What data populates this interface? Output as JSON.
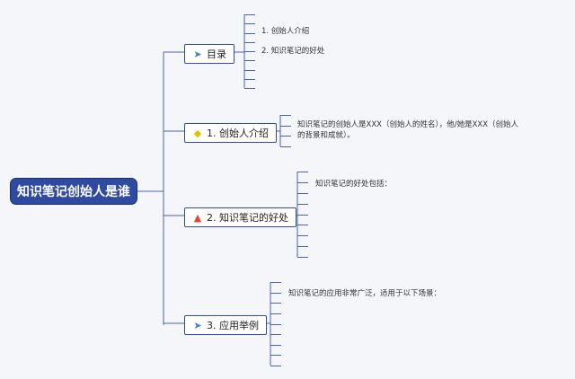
{
  "root": {
    "label": "知识笔记创始人是谁"
  },
  "branches": [
    {
      "label": "目录",
      "icon": "paper-plane-icon",
      "children": [
        "1. 创始人介绍",
        "2. 知识笔记的好处"
      ]
    },
    {
      "label": "1. 创始人介绍",
      "icon": "diamond-icon",
      "children": [
        "知识笔记的创始人是XXX（创始人的姓名），他/她是XXX（创始人的背景和成就）。"
      ]
    },
    {
      "label": "2. 知识笔记的好处",
      "icon": "fire-icon",
      "children": [
        "知识笔记的好处包括："
      ]
    },
    {
      "label": "3. 应用举例",
      "icon": "paper-plane-icon",
      "children": [
        "知识笔记的应用非常广泛，适用于以下场景："
      ]
    }
  ],
  "colors": {
    "accent": "#2f4aa0",
    "connector": "#4b63b0",
    "background": "#f4f6f9"
  }
}
